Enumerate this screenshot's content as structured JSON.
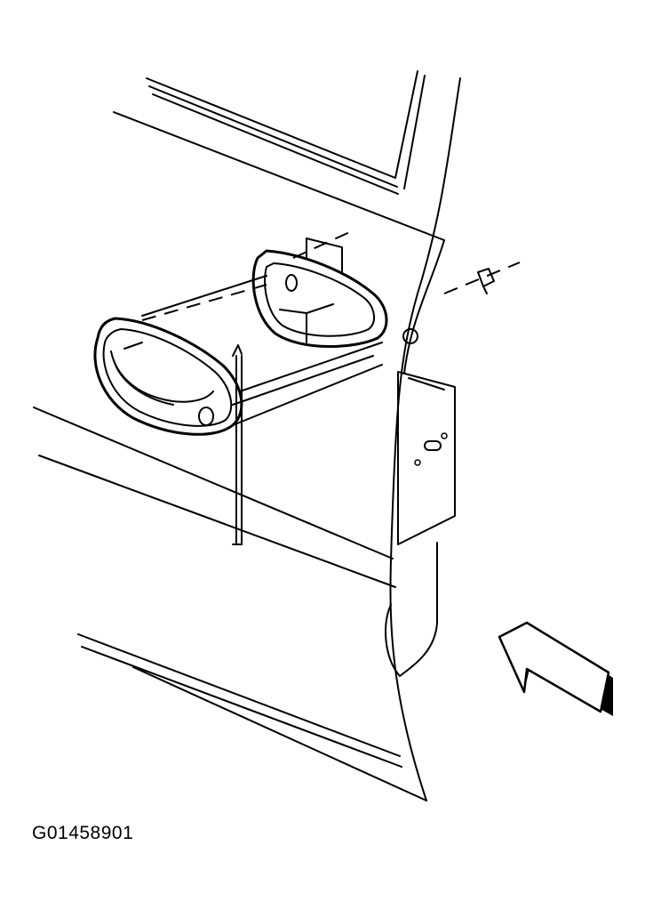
{
  "figure": {
    "code": "G01458901"
  },
  "illustration": {
    "line_color": "#000000",
    "background_color": "#ffffff",
    "parts": [
      "door-panel",
      "outside-door-handle",
      "handle-bezel",
      "handle-rod",
      "retaining-nut",
      "door-latch-plate",
      "view-arrow"
    ]
  }
}
